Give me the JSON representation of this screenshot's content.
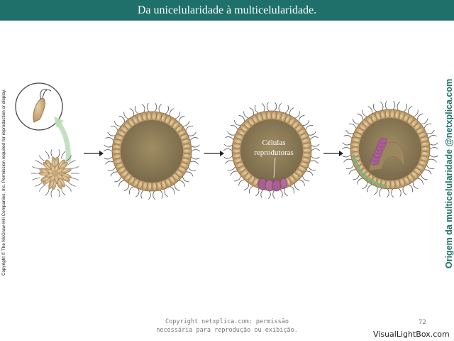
{
  "title": "Da unicelularidade à multicelularidade.",
  "diagram": {
    "label_line1": "Células",
    "label_line2": "reprodutoras"
  },
  "copyright_side": "Copyright © The McGraw-Hill Companies, Inc. Permission required for reproduction or display.",
  "side_credit": "Origem da multicelularidade @netxplica.com",
  "footer": {
    "line1": "Copyright netxplica.com: permissão",
    "line2": "necessária para reprodução ou exibição.",
    "page_number": "72"
  },
  "watermark": "VisualLightBox.com",
  "colors": {
    "title_bar": "#1f6f6a",
    "cell_fill": "#c7a679",
    "sphere_interior": "#8b7a57",
    "reproductive_cells": "#a85f93",
    "germ_layer": "#7fae7a",
    "credit_text": "#1f6f6a"
  }
}
